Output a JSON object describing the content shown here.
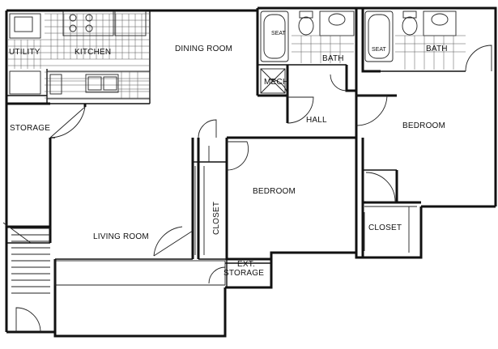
{
  "rooms": {
    "utility": "UTILITY",
    "kitchen": "KITCHEN",
    "dining_room": "DINING ROOM",
    "storage": "STORAGE",
    "living_room": "LIVING ROOM",
    "mech": "MECH",
    "bath_1": "BATH",
    "bath_2": "BATH",
    "hall": "HALL",
    "bedroom_1": "BEDROOM",
    "bedroom_2": "BEDROOM",
    "closet_1": "CLOSET",
    "closet_2": "CLOSET",
    "ext_storage_line1": "EXT.",
    "ext_storage_line2": "STORAGE"
  },
  "fixtures": {
    "seat_1": "SEAT",
    "seat_2": "SEAT"
  }
}
